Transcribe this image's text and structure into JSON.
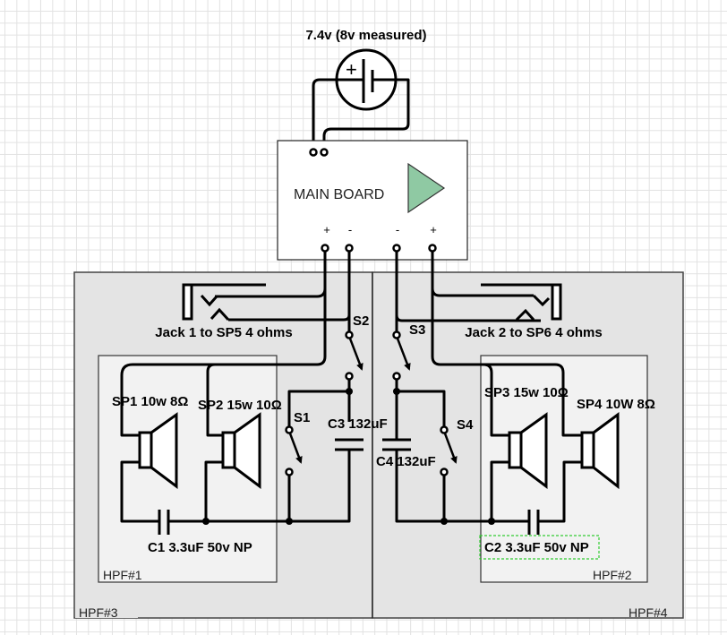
{
  "battery": {
    "label": "7.4v (8v measured)",
    "plus_symbol": "+"
  },
  "main_board": {
    "label": "MAIN BOARD",
    "amp_color": "#8fc9a3",
    "terminals": [
      "+",
      "-",
      "-",
      "+"
    ]
  },
  "groups": [
    {
      "id": "hpf3",
      "label": "HPF#3"
    },
    {
      "id": "hpf4",
      "label": "HPF#4"
    },
    {
      "id": "hpf1",
      "label": "HPF#1"
    },
    {
      "id": "hpf2",
      "label": "HPF#2"
    }
  ],
  "jacks": [
    {
      "label": "Jack 1 to SP5 4 ohms"
    },
    {
      "label": "Jack 2 to SP6 4 ohms"
    }
  ],
  "speakers": [
    {
      "label": "SP1 10w 8Ω"
    },
    {
      "label": "SP2 15w 10Ω"
    },
    {
      "label": "SP3 15w 10Ω"
    },
    {
      "label": "SP4 10W 8Ω"
    }
  ],
  "capacitors": [
    {
      "label": "C1 3.3uF 50v NP"
    },
    {
      "label": "C2 3.3uF 50v NP"
    },
    {
      "label": "C3 132uF"
    },
    {
      "label": "C4 132uF"
    }
  ],
  "switches": [
    {
      "label": "S1"
    },
    {
      "label": "S2"
    },
    {
      "label": "S3"
    },
    {
      "label": "S4"
    }
  ],
  "selection_color": "#33cc33"
}
